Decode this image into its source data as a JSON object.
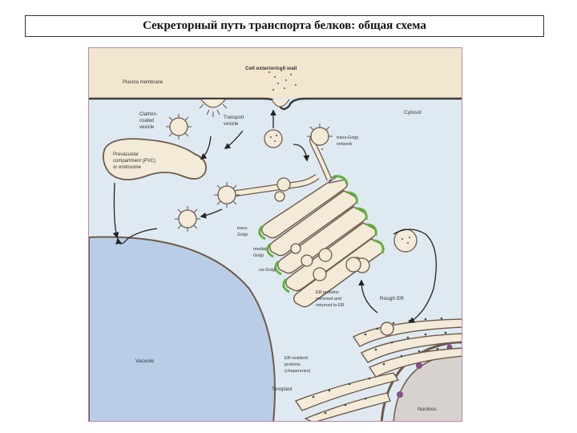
{
  "title": "Секреторный путь транспорта белков: общая схема",
  "labels": {
    "cell_wall": "Cell exterior/cell wall",
    "plasma_membrane": "Plasma membrane",
    "cytosol": "Cytosol",
    "clathrin_vesicle_1": "Clathrin-",
    "clathrin_vesicle_2": "coated",
    "clathrin_vesicle_3": "vesicle",
    "transport_vesicle_1": "Transport",
    "transport_vesicle_2": "vesicle",
    "pvc_1": "Prevacuolar",
    "pvc_2": "compartment (PVC)",
    "pvc_3": "or endosome",
    "trans_golgi_network_1": "trans-Golgi",
    "trans_golgi_network_2": "network",
    "trans_golgi_1": "trans-",
    "trans_golgi_2": "Golgi",
    "medial_golgi_1": "medial-",
    "medial_golgi_2": "Golgi",
    "cis_golgi": "cis-Golgi",
    "er_retrieval_1": "ER proteins",
    "er_retrieval_2": "retrieved and",
    "er_retrieval_3": "returned to ER",
    "rough_er": "Rough ER",
    "vacuole": "Vacuole",
    "er_resident_1": "ER-resident",
    "er_resident_2": "proteins",
    "er_resident_3": "(chaperones)",
    "tonoplast": "Tonoplast",
    "nucleus": "Nucleus"
  },
  "colors": {
    "cytosol": "#dfe9f2",
    "cell_wall": "#f2e6cf",
    "membrane": "#6e5a4a",
    "organelle_fill": "#f3ead8",
    "vacuole": "#b9cde6",
    "nucleus": "#d7d2ce",
    "golgi_green": "#5fb53a",
    "title_border": "#333333",
    "figure_border": "#b98aa8"
  }
}
